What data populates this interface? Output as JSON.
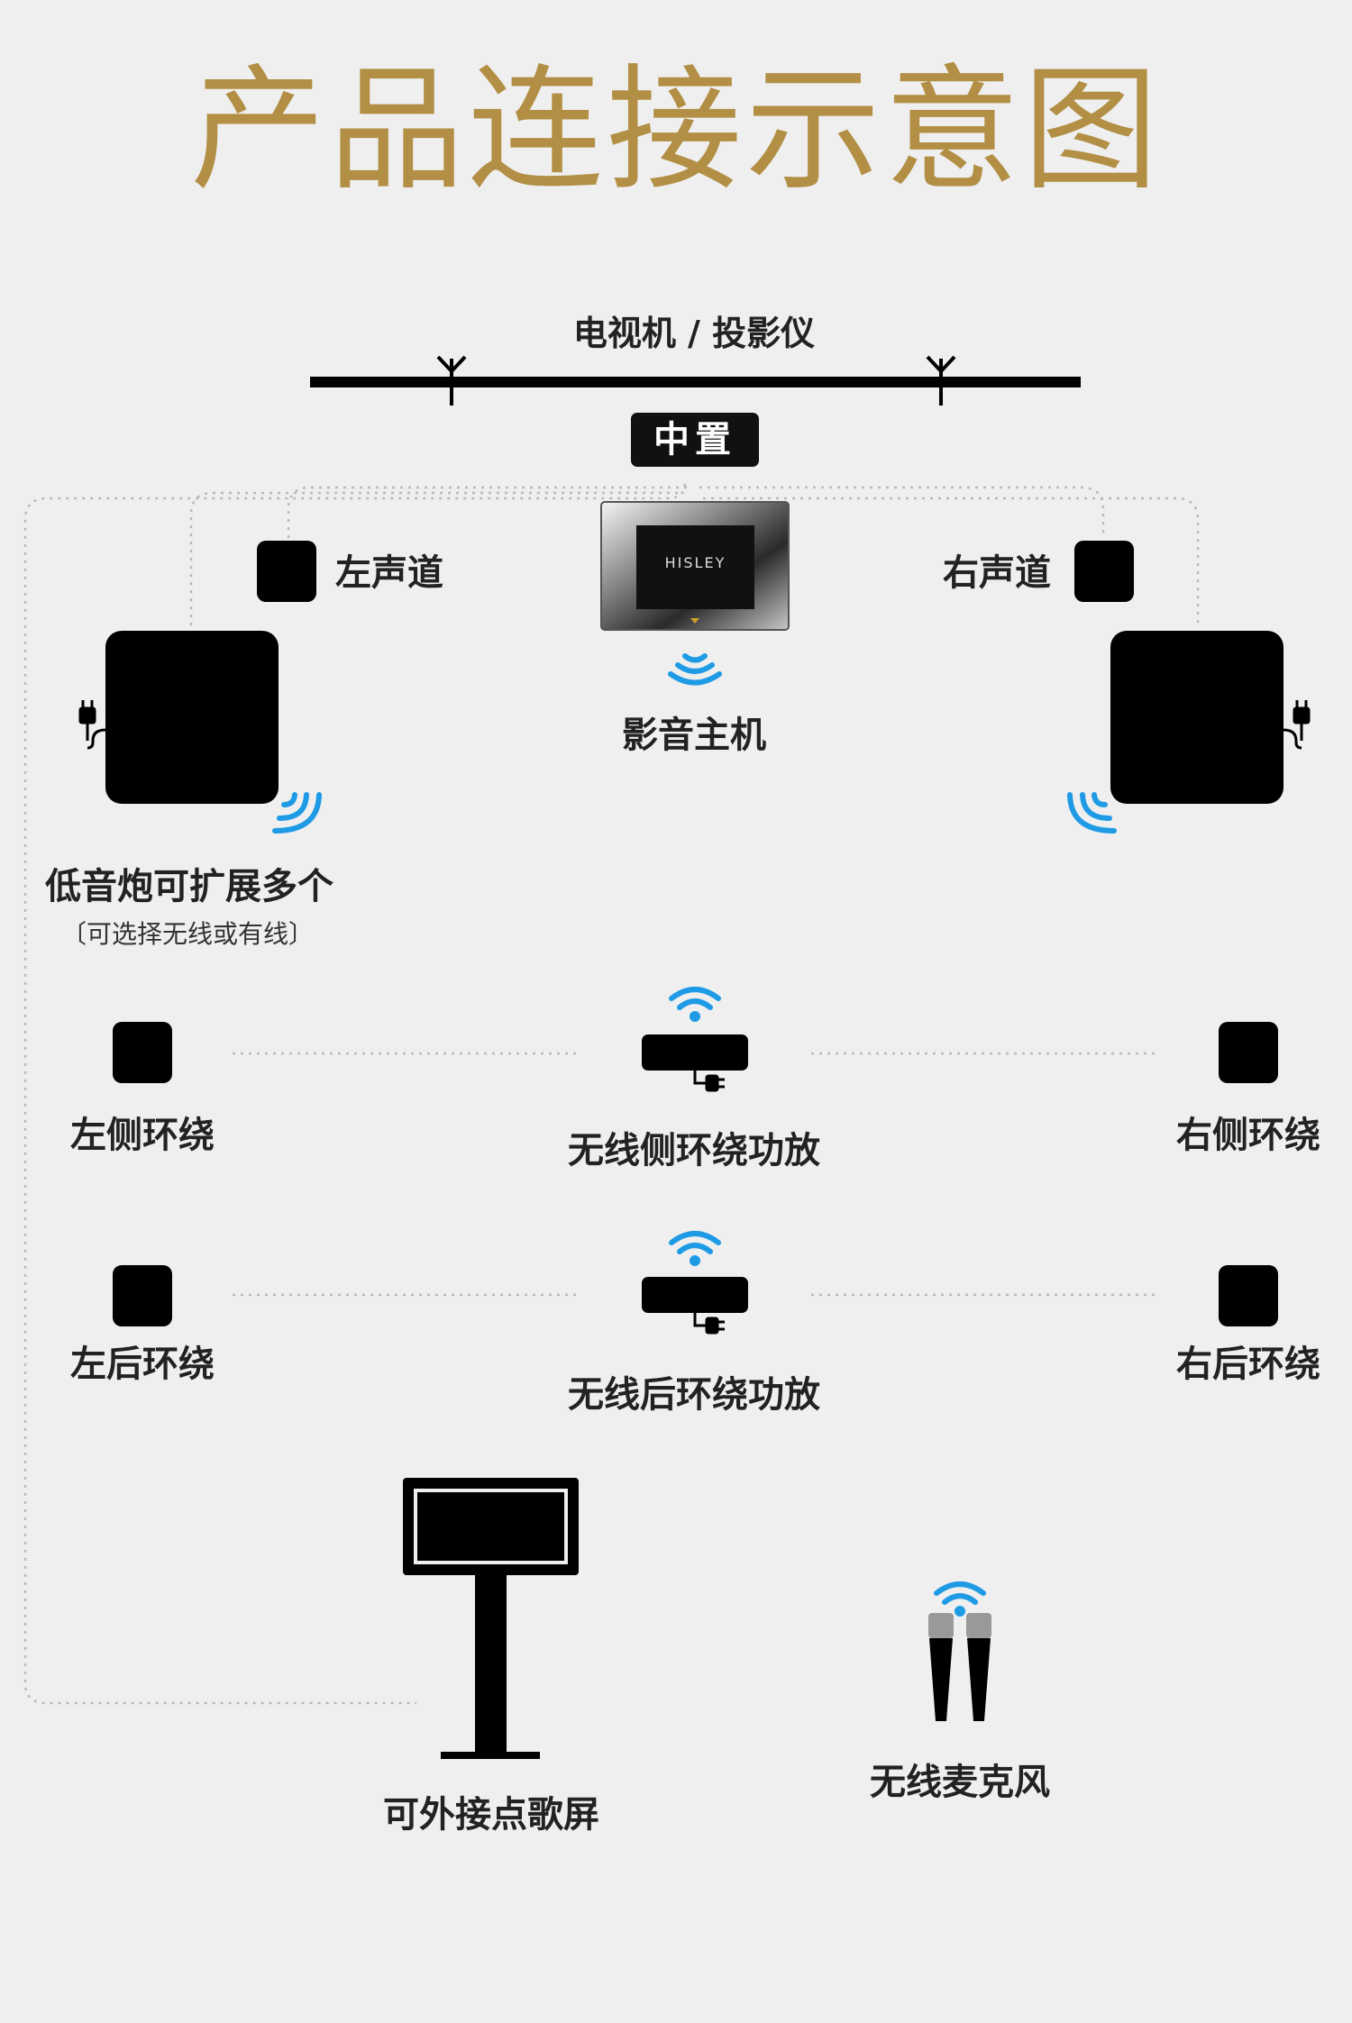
{
  "title": "产品连接示意图",
  "tv_label": "电视机 / 投影仪",
  "center_badge": "中置",
  "host": {
    "brand": "HISLEY",
    "label": "影音主机"
  },
  "left_channel": "左声道",
  "right_channel": "右声道",
  "subwoofer": {
    "label": "低音炮可扩展多个",
    "note": "〔可选择无线或有线〕"
  },
  "side_surround": {
    "left": "左侧环绕",
    "right": "右侧环绕",
    "amp": "无线侧环绕功放"
  },
  "rear_surround": {
    "left": "左后环绕",
    "right": "右后环绕",
    "amp": "无线后环绕功放"
  },
  "ktv_screen": "可外接点歌屏",
  "wireless_mic": "无线麦克风",
  "colors": {
    "title": "#b28f45",
    "wifi": "#1f9be6",
    "device": "#000000",
    "background": "#efefef"
  },
  "icons": [
    "wifi-icon",
    "plug-icon",
    "antenna-icon",
    "microphone-icon",
    "screen-stand-icon"
  ]
}
